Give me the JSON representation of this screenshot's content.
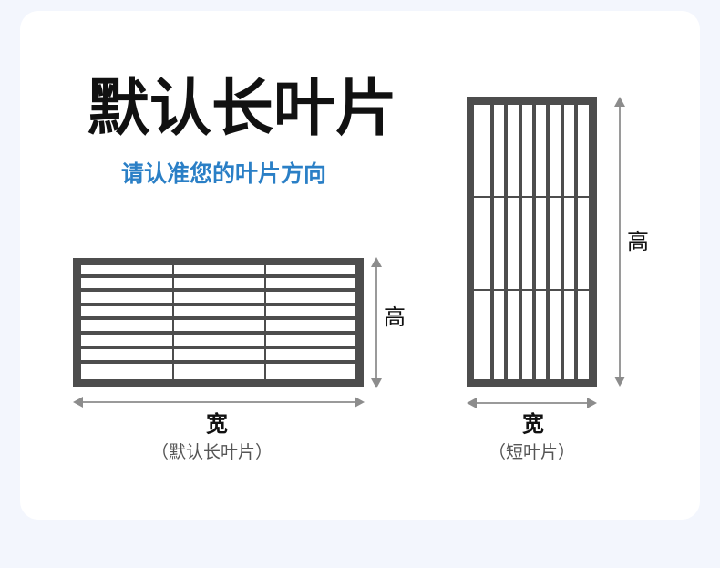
{
  "header": {
    "title": "默认长叶片",
    "subtitle": "请认准您的叶片方向"
  },
  "diagrams": {
    "horizontal": {
      "height_label": "高",
      "width_label": "宽",
      "caption": "（默认长叶片）",
      "slat_orientation": "horizontal",
      "columns": 3,
      "slats": 7
    },
    "vertical": {
      "height_label": "高",
      "width_label": "宽",
      "caption": "（短叶片）",
      "slat_orientation": "vertical",
      "rows": 3,
      "slats": 7
    }
  },
  "colors": {
    "background": "#f3f6fd",
    "card": "#ffffff",
    "title": "#111111",
    "subtitle": "#2a7fc6",
    "frame": "#4d4d4d",
    "arrow": "#9a9a9a"
  }
}
